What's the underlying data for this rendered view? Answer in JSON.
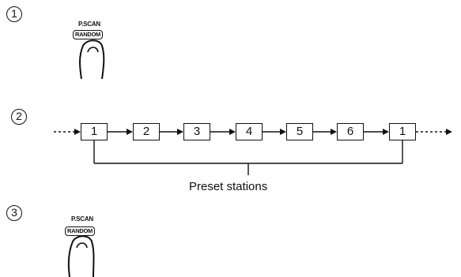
{
  "steps": [
    {
      "number": "1",
      "button_top": "P.SCAN",
      "button_label": "RANDOM"
    },
    {
      "number": "2",
      "stations": [
        "1",
        "2",
        "3",
        "4",
        "5",
        "6",
        "1"
      ],
      "caption": "Preset stations"
    },
    {
      "number": "3",
      "button_top": "P.SCAN",
      "button_label": "RANDOM"
    }
  ],
  "icons": {
    "finger": "finger-press-icon",
    "arrow": "arrow-right-icon"
  },
  "colors": {
    "ink": "#111111",
    "background": "#ffffff"
  }
}
